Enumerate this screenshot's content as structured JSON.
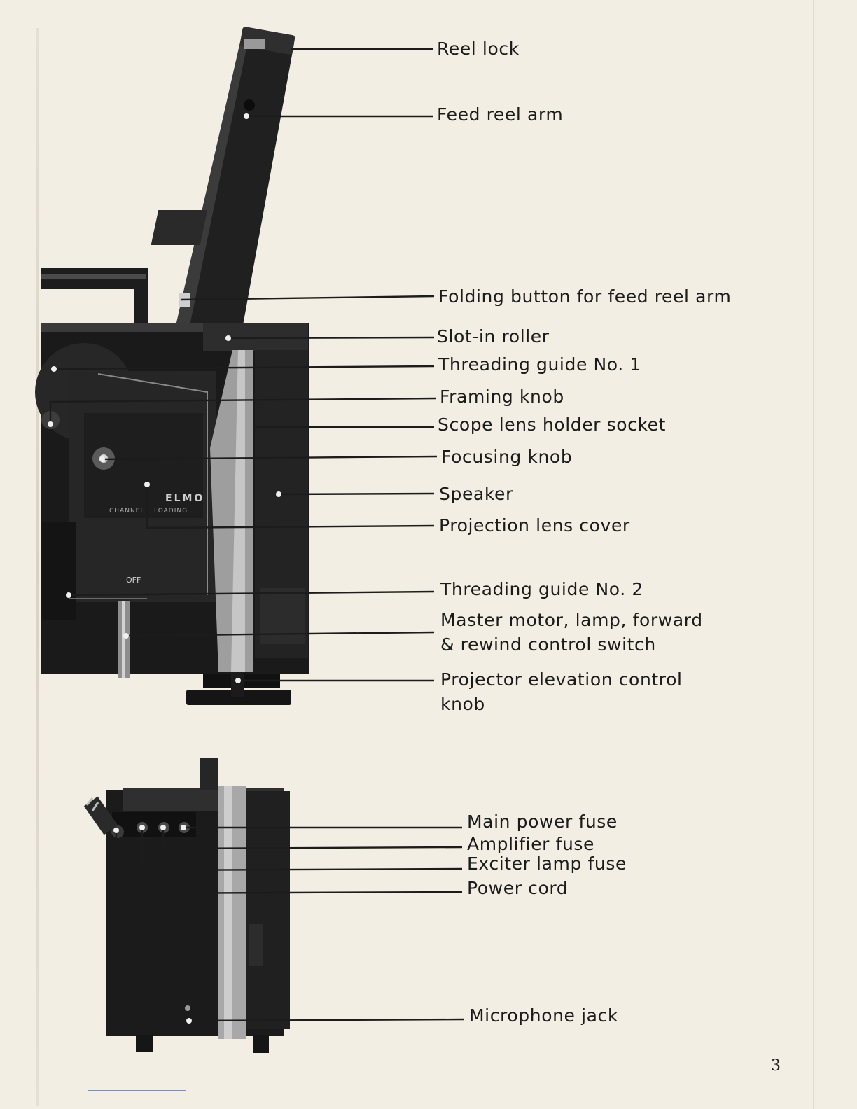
{
  "diagram": {
    "top_view_labels": [
      "Reel lock",
      "Feed reel arm",
      "Folding button for feed reel arm",
      "Slot-in roller",
      "Threading guide No. 1",
      "Framing knob",
      "Scope lens holder socket",
      "Focusing knob",
      "Speaker",
      "Projection lens cover",
      "Threading guide No. 2",
      "Master motor, lamp, forward\n& rewind control switch",
      "Projector elevation control\nknob"
    ],
    "side_view_labels": [
      "Main power fuse",
      "Amplifier fuse",
      "Exciter lamp fuse",
      "Power cord",
      "Microphone jack"
    ],
    "panel_text": {
      "brand": "ELMO",
      "channel": "CHANNEL",
      "loading": "LOADING",
      "switch": "OFF"
    }
  },
  "page": {
    "number": "3"
  }
}
